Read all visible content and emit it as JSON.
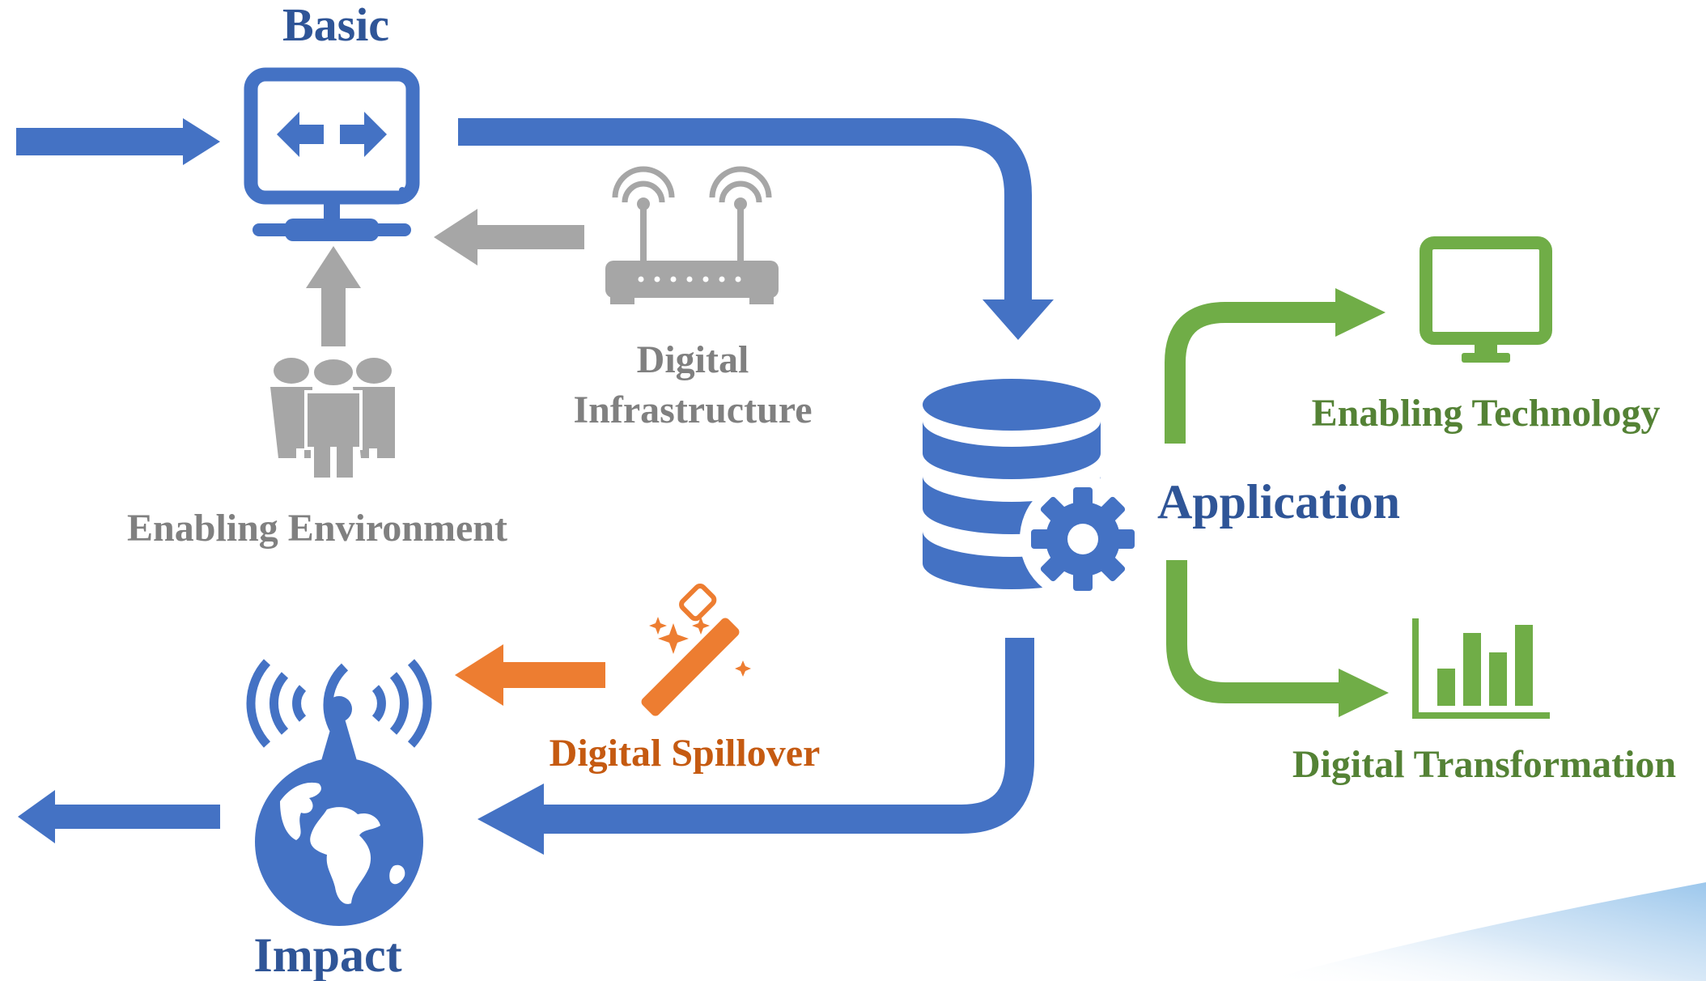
{
  "labels": {
    "basic": "Basic",
    "digital_infrastructure_line1": "Digital",
    "digital_infrastructure_line2": "Infrastructure",
    "enabling_environment": "Enabling Environment",
    "application": "Application",
    "enabling_technology": "Enabling Technology",
    "digital_transformation": "Digital Transformation",
    "digital_spillover": "Digital Spillover",
    "impact": "Impact"
  },
  "colors": {
    "blue": "#4472C4",
    "dark_blue": "#2F5597",
    "gray": "#A6A6A6",
    "gray_text": "#808080",
    "green": "#70AD47",
    "green_text": "#548235",
    "orange": "#ED7D31",
    "orange_text": "#C55A11"
  },
  "icons": {
    "basic": "monitor-with-arrows-icon",
    "infrastructure": "wifi-router-icon",
    "environment": "people-group-icon",
    "application": "database-gear-icon",
    "technology": "desktop-monitor-icon",
    "transformation": "bar-chart-icon",
    "spillover": "magic-wand-icon",
    "impact": "globe-antenna-icon"
  }
}
